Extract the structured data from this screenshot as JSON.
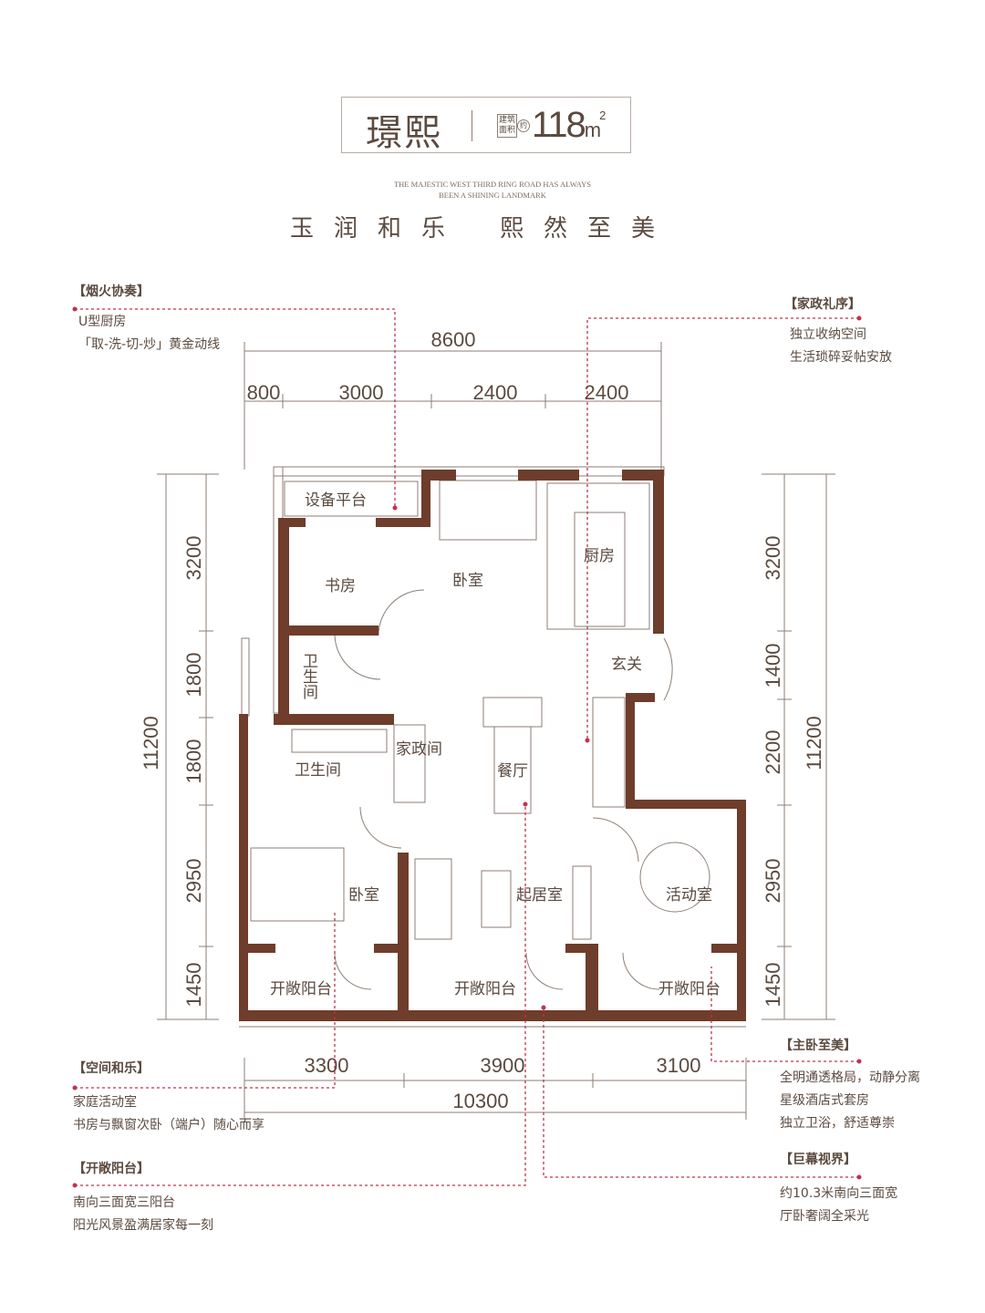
{
  "header": {
    "name": "璟熙",
    "area_label_line1": "建筑",
    "area_label_line2": "面积",
    "area_approx": "约",
    "area_value": "118",
    "area_unit": "m",
    "area_unit_sup": "2",
    "english_line1": "THE MAJESTIC WEST THIRD RING ROAD HAS ALWAYS",
    "english_line2": "BEEN A SHINING LANDMARK",
    "slogan_left": "玉润和乐",
    "slogan_right": "熙然至美"
  },
  "annotations": [
    {
      "title": "【烟火协奏】",
      "lines": [
        "U型厨房",
        "「取-洗-切-炒」黄金动线"
      ]
    },
    {
      "title": "【家政礼序】",
      "lines": [
        "独立收纳空间",
        "生活琐碎妥帖安放"
      ]
    },
    {
      "title": "【空间和乐】",
      "lines": [
        "家庭活动室",
        "书房与飘窗次卧（端户）随心而享"
      ]
    },
    {
      "title": "【开敞阳台】",
      "lines": [
        "南向三面宽三阳台",
        "阳光风景盈满居家每一刻"
      ]
    },
    {
      "title": "【主卧至美】",
      "lines": [
        "全明通透格局，动静分离",
        "星级酒店式套房",
        "独立卫浴，舒适尊崇"
      ]
    },
    {
      "title": "【巨幕视界】",
      "lines": [
        "约10.3米南向三面宽",
        "厅卧奢阔全采光"
      ]
    }
  ],
  "dimensions": {
    "top_total": "8600",
    "top_parts": [
      "800",
      "3000",
      "2400",
      "2400"
    ],
    "bottom_parts": [
      "3300",
      "3900",
      "3100"
    ],
    "bottom_total": "10300",
    "left_total": "11200",
    "left_parts": [
      "3200",
      "1800",
      "1800",
      "2950",
      "1450"
    ],
    "right_total": "11200",
    "right_parts": [
      "3200",
      "1400",
      "2200",
      "2950",
      "1450"
    ]
  },
  "rooms": {
    "equipment_platform": "设备平台",
    "study": "书房",
    "bedroom_north": "卧室",
    "kitchen": "厨房",
    "entrance": "玄关",
    "bathroom_small": "卫生间",
    "bathroom": "卫生间",
    "housekeeping": "家政间",
    "dining": "餐厅",
    "bedroom_south": "卧室",
    "living": "起居室",
    "activity": "活动室",
    "balcony_1": "开敞阳台",
    "balcony_2": "开敞阳台",
    "balcony_3": "开敞阳台"
  },
  "colors": {
    "wall": "#6e3d2b",
    "text": "#5b4a3f",
    "leader": "#c4314b",
    "thin": "#8d7e74"
  }
}
